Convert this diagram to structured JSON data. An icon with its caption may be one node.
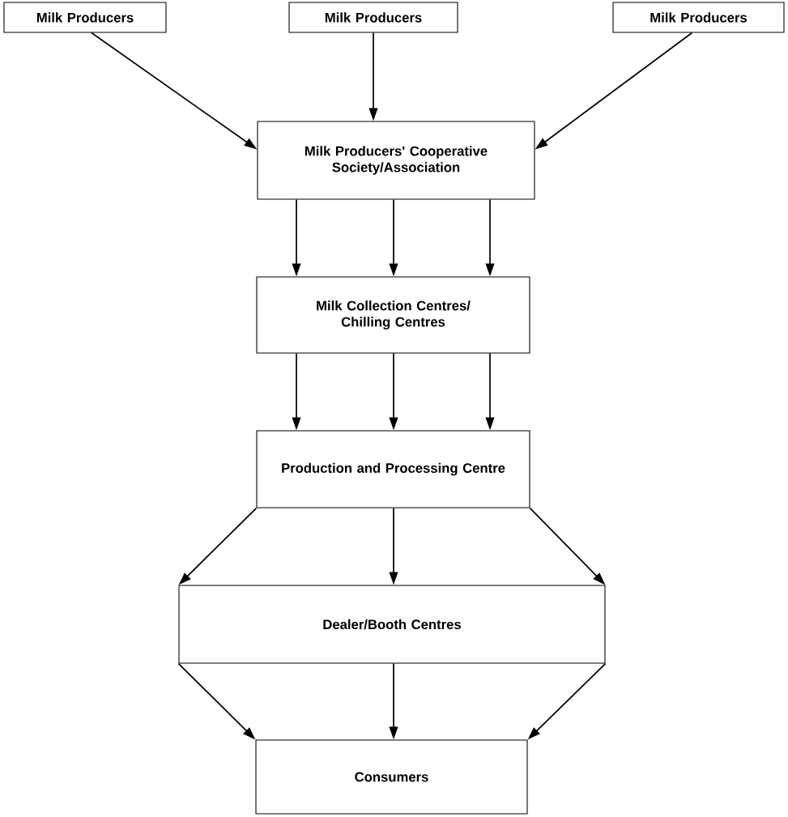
{
  "diagram": {
    "nodes": [
      {
        "text": [
          "Milk Producers"
        ]
      },
      {
        "text": [
          "Milk Producers"
        ]
      },
      {
        "text": [
          "Milk Producers"
        ]
      },
      {
        "text": [
          "Milk Producers' Cooperative Society/Association"
        ]
      },
      {
        "text": [
          "Milk Collection Centres/ Chilling Centres"
        ]
      },
      {
        "text": [
          "Production and Processing Centre"
        ]
      },
      {
        "text": [
          "Dealer/Booth Centres"
        ]
      },
      {
        "text": [
          "Consumers"
        ]
      }
    ],
    "edges": [
      {
        "from": 0,
        "to": 3,
        "arrow": "to"
      },
      {
        "from": 1,
        "to": 3,
        "arrow": "to"
      },
      {
        "from": 2,
        "to": 3,
        "arrow": "to"
      },
      {
        "from": 3,
        "to": 4,
        "arrow": "to"
      },
      {
        "from": 3,
        "to": 4,
        "arrow": "to"
      },
      {
        "from": 3,
        "to": 4,
        "arrow": "to"
      },
      {
        "from": 4,
        "to": 5,
        "arrow": "to"
      },
      {
        "from": 4,
        "to": 5,
        "arrow": "to"
      },
      {
        "from": 4,
        "to": 5,
        "arrow": "to"
      },
      {
        "from": 5,
        "to": 6,
        "arrow": "to"
      },
      {
        "from": 5,
        "to": 6,
        "arrow": "to"
      },
      {
        "from": 5,
        "to": 6,
        "arrow": "to"
      },
      {
        "from": 6,
        "to": 7,
        "arrow": "to"
      },
      {
        "from": 6,
        "to": 7,
        "arrow": "to"
      },
      {
        "from": 6,
        "to": 7,
        "arrow": "to"
      }
    ]
  }
}
